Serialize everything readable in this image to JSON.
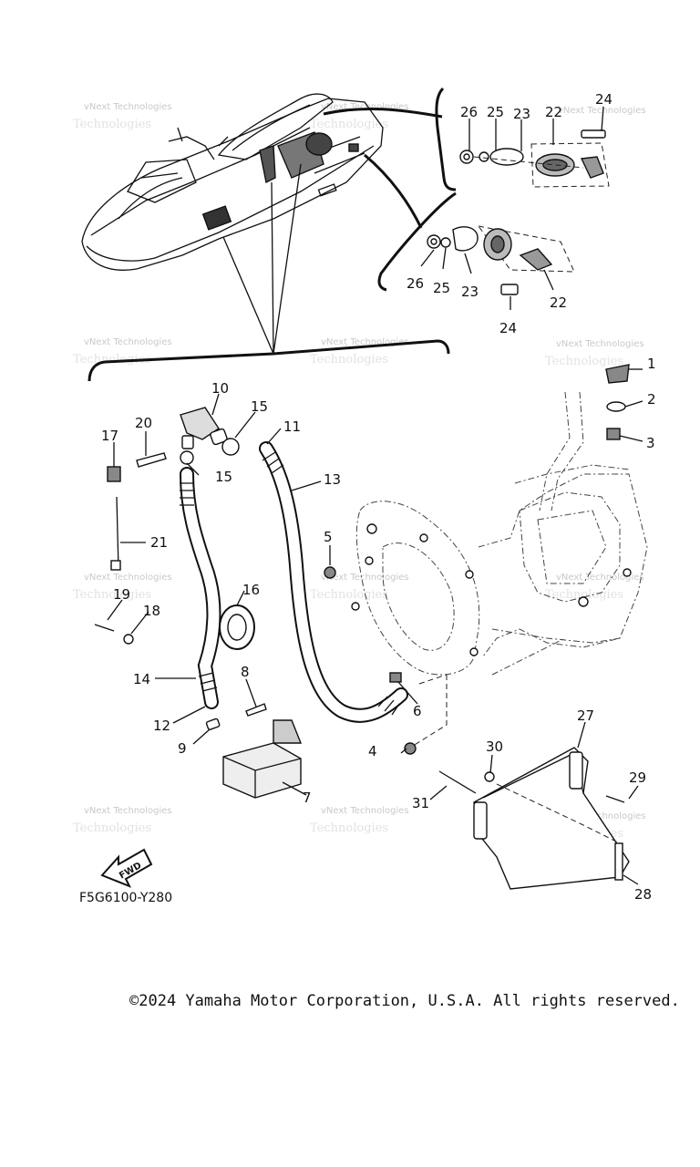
{
  "diagram": {
    "code": "F5G6100-Y280",
    "fwd_label": "FWD",
    "copyright": "©2024 Yamaha Motor Corporation, U.S.A. All rights reserved.",
    "watermark_line1": "vNext Technologies",
    "watermark_line2": "Technologies",
    "callouts": {
      "c1": "1",
      "c2": "2",
      "c3": "3",
      "c4": "4",
      "c5": "5",
      "c6": "6",
      "c7": "7",
      "c8": "8",
      "c9": "9",
      "c10": "10",
      "c11": "11",
      "c12": "12",
      "c13": "13",
      "c14": "14",
      "c15a": "15",
      "c15b": "15",
      "c16": "16",
      "c17": "17",
      "c18": "18",
      "c19": "19",
      "c20": "20",
      "c21": "21",
      "c22a": "22",
      "c22b": "22",
      "c23a": "23",
      "c23b": "23",
      "c24a": "24",
      "c24b": "24",
      "c25a": "25",
      "c25b": "25",
      "c26a": "26",
      "c26b": "26",
      "c27": "27",
      "c28": "28",
      "c29": "29",
      "c30": "30",
      "c31": "31"
    }
  }
}
